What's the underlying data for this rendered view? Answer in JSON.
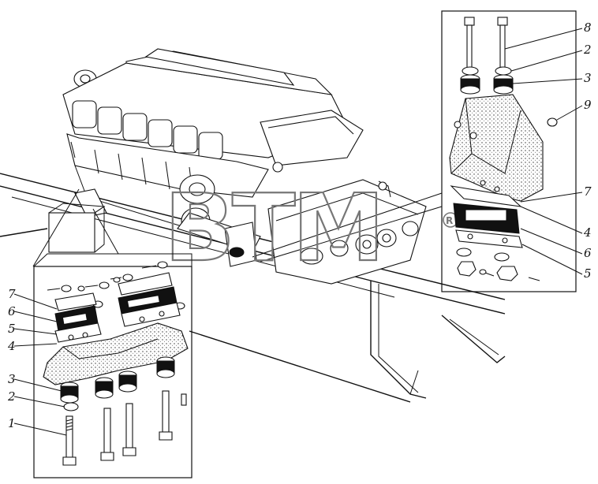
{
  "watermark": {
    "text": "BTM",
    "registered": "®"
  },
  "left_callouts": [
    "7",
    "6",
    "5",
    "4",
    "3",
    "2",
    "1"
  ],
  "right_callouts": [
    "8",
    "2",
    "3",
    "9",
    "7",
    "4",
    "6",
    "5"
  ],
  "icons": {
    "engine": "engine-block-illustration",
    "frame": "chassis-frame-rail",
    "left_detail": "front-engine-mount-exploded",
    "right_detail": "rear-engine-mount-exploded"
  }
}
